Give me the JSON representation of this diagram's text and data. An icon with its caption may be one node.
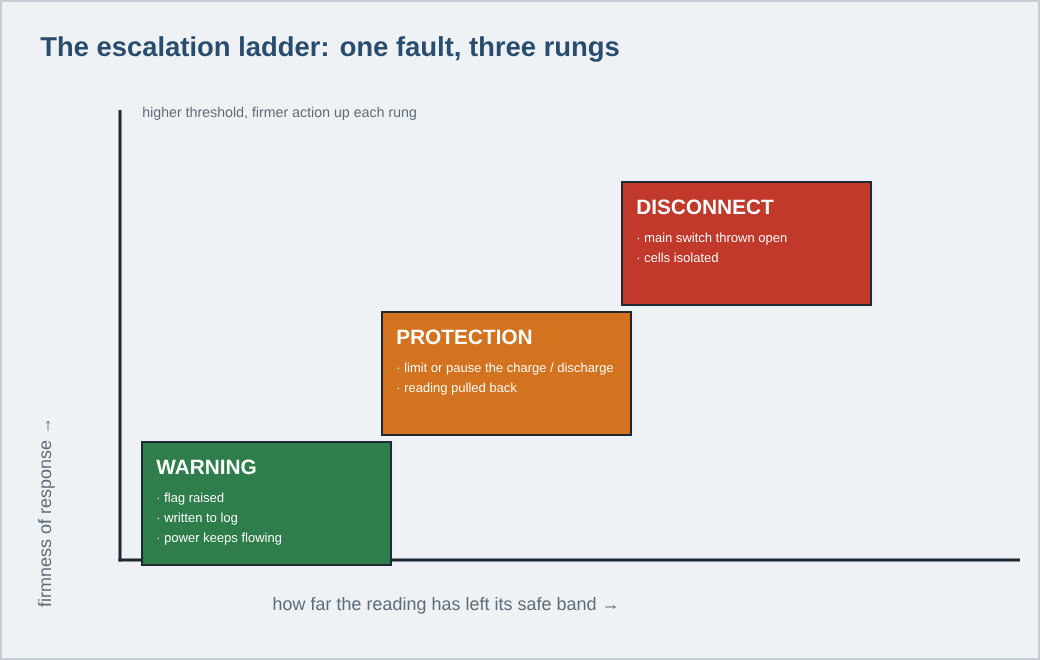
{
  "diagram": {
    "title": "The escalation ladder: one fault, three rungs",
    "nodes": [
      {
        "text": [
          "WARNING",
          "· flag raised",
          "· written to log",
          "· power keeps flowing"
        ]
      },
      {
        "text": [
          "PROTECTION",
          "· limit or pause the charge / discharge",
          "· reading pulled back"
        ]
      },
      {
        "text": [
          "DISCONNECT",
          "· main switch thrown open",
          "· cells isolated"
        ]
      }
    ],
    "labels": [
      "higher threshold, firmer action up each rung",
      "firmness of response →",
      "how far the reading has left its safe band →"
    ]
  }
}
